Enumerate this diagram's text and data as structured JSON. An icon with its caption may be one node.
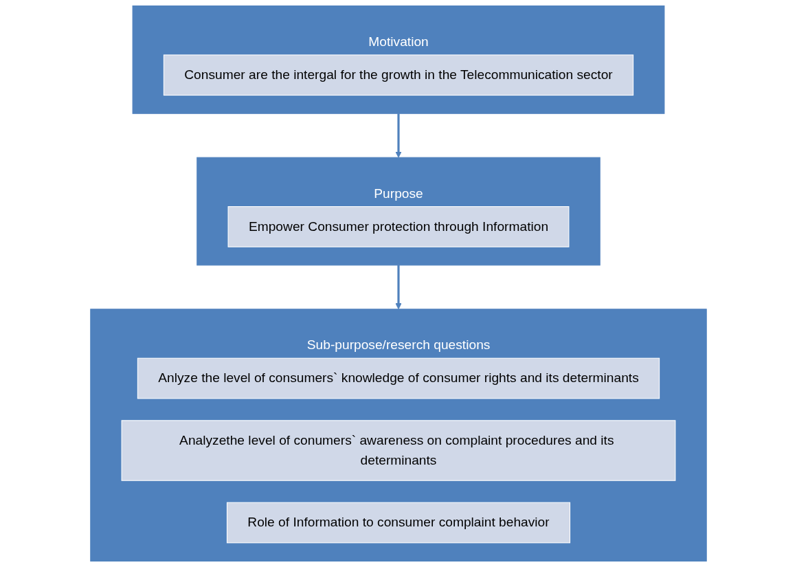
{
  "diagram": {
    "nodes": [
      {
        "text": [
          "Motivation"
        ]
      },
      {
        "text": [
          "Consumer are the intergal for the growth in the Telecommunication sector"
        ],
        "in": 0
      },
      {
        "text": [
          "Purpose"
        ]
      },
      {
        "text": [
          "Empower Consumer protection through Information"
        ],
        "in": 2
      },
      {
        "text": [
          "Sub-purpose/reserch questions"
        ]
      },
      {
        "text": [
          "Anlyze the level of consumers` knowledge of consumer rights and its determinants"
        ],
        "in": 4
      },
      {
        "text": [
          "Analyzethe level of conumers` awareness on complaint procedures and its determinants"
        ],
        "in": 4
      },
      {
        "text": [
          "Role of Information to consumer complaint behavior"
        ],
        "in": 4
      }
    ],
    "edges": [
      {
        "from": 0,
        "to": 2,
        "arrow": "to"
      },
      {
        "from": 2,
        "to": 4,
        "arrow": "to"
      }
    ]
  }
}
